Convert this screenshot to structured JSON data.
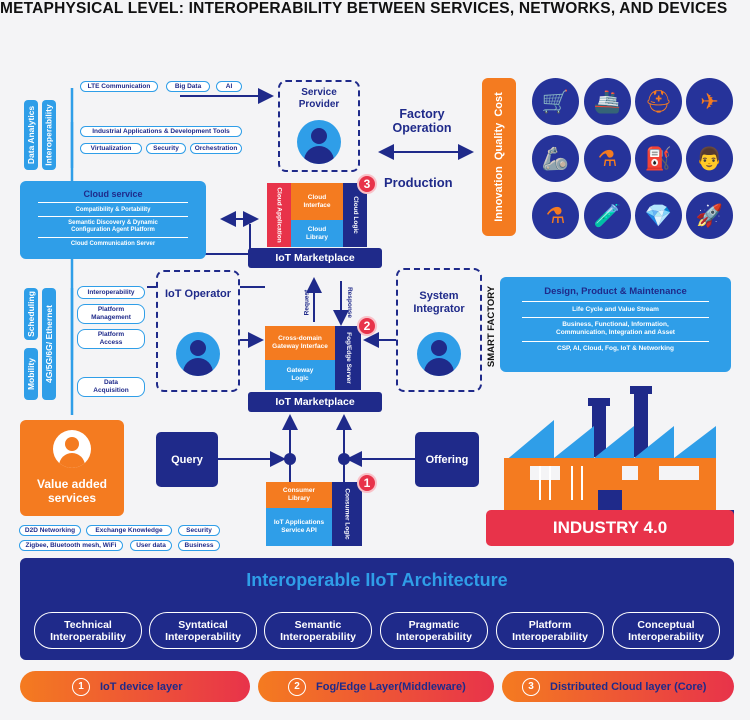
{
  "title": "METAPHYSICAL LEVEL: INTEROPERABILITY BETWEEN SERVICES, NETWORKS, AND DEVICES",
  "top_left": {
    "vertical": [
      "Data Analytics",
      "Interoperability"
    ],
    "pills_row1": [
      "LTE Communication",
      "Big Data",
      "AI"
    ],
    "pills_row2": [
      "Industrial Applications & Development Tools"
    ],
    "pills_row3": [
      "Virtualization",
      "Security",
      "Orchestration"
    ]
  },
  "cloud_service": {
    "title": "Cloud service",
    "items": [
      "Compatibility & Portability",
      "Semantic Discovery & Dynamic Configuration Agent Platform",
      "Cloud Communication Server"
    ]
  },
  "mid_left": {
    "vertical": [
      "Scheduling",
      "4G/5G/6G/ Ethernet",
      "Mobility"
    ],
    "pills": [
      "Interoperability",
      "Platform Management",
      "Platform Access",
      "Data Acquisition"
    ]
  },
  "value_added": {
    "label": "Value added services"
  },
  "bottom_pills": {
    "row1": [
      "D2D Networking",
      "Exchange Knowledge",
      "Security"
    ],
    "row2": [
      "Zigbee, Bluetooth mesh, WiFi",
      "User data",
      "Business"
    ]
  },
  "service_provider": "Service Provider",
  "iot_operator": "IoT Operator",
  "system_integrator": "System Integrator",
  "cloud_stack": {
    "number": "3",
    "tiles": [
      "Cloud Application",
      "Cloud Interface",
      "Cloud Library",
      "Cloud Logic"
    ],
    "bar": "IoT Marketplace"
  },
  "fog_stack": {
    "number": "2",
    "tiles": [
      "Cross-domain Gateway Interface",
      "Gateway Logic",
      "Fog/Edge Server"
    ],
    "bar": "IoT Marketplace"
  },
  "consumer_stack": {
    "number": "1",
    "tiles": [
      "Consumer Library",
      "IoT Applications Service API",
      "Consumer Logic"
    ]
  },
  "arrows": {
    "request": "Request",
    "response": "Response"
  },
  "query": "Query",
  "offering": "Offering",
  "factory_operation": "Factory Operation",
  "production": "Production",
  "innovation_bar": "Innovation  Quality  Cost",
  "icons": [
    "cart-icon",
    "ship-icon",
    "helmet-icon",
    "drone-icon",
    "robot-arm-icon",
    "flask-icon",
    "fuel-pump-icon",
    "doctor-icon",
    "chemistry-icon",
    "test-tube-icon",
    "diamond-icon",
    "rocket-icon"
  ],
  "icon_glyphs": [
    "🛒",
    "🚢",
    "⛑",
    "✈",
    "🦾",
    "⚗",
    "⛽",
    "👨",
    "⚗",
    "🧪",
    "💎",
    "🚀"
  ],
  "smart_factory": "SMART FACTORY",
  "design_box": {
    "title": "Design, Product & Maintenance",
    "items": [
      "Life Cycle and Value Stream",
      "Business, Functional, Information, Communication, Integration and Asset",
      "CSP, AI, Cloud, Fog, IoT & Networking"
    ]
  },
  "industry": "INDUSTRY 4.0",
  "architecture": {
    "title": "Interoperable IIoT Architecture",
    "types": [
      "Technical Interoperability",
      "Syntatical Interoperability",
      "Semantic Interoperability",
      "Pragmatic Interoperability",
      "Platform Interoperability",
      "Conceptual Interoperability"
    ]
  },
  "layers": [
    {
      "num": "1",
      "label": "IoT device layer"
    },
    {
      "num": "2",
      "label": "Fog/Edge Layer(Middleware)"
    },
    {
      "num": "3",
      "label": "Distributed Cloud layer (Core)"
    }
  ],
  "colors": {
    "navy": "#1f2a8a",
    "blue": "#2f9ee8",
    "orange": "#f47b20",
    "red": "#e8334a"
  }
}
